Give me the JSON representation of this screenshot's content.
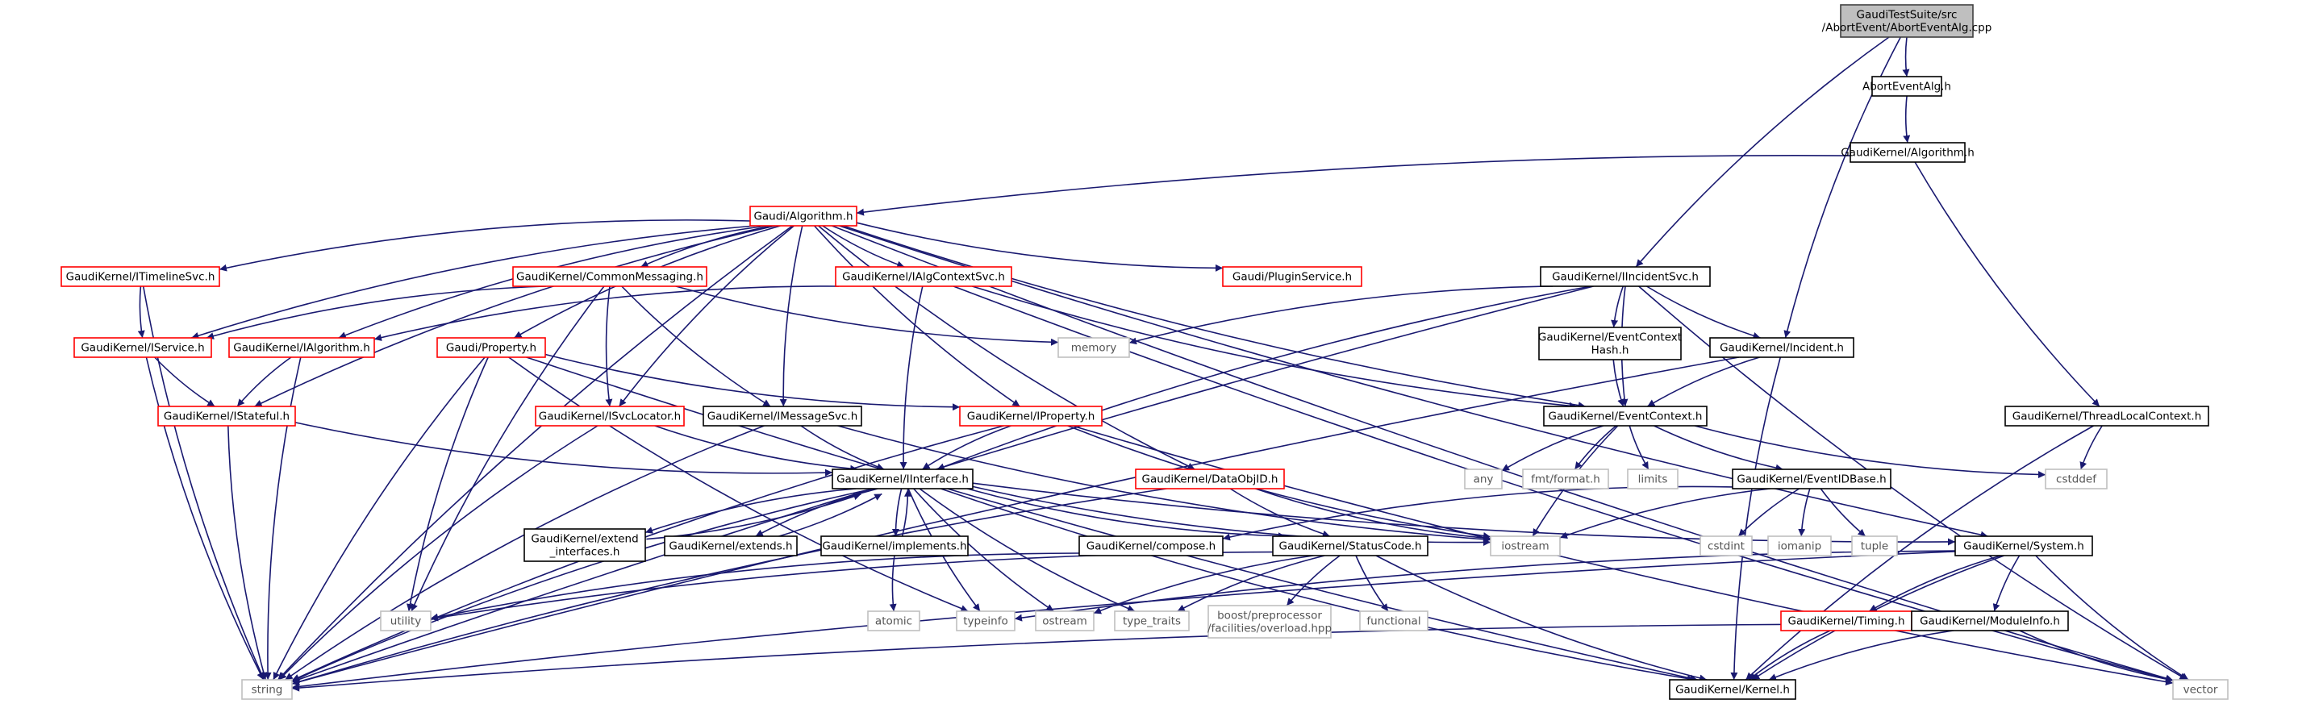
{
  "nodes": [
    {
      "id": "root",
      "lines": [
        "GaudiTestSuite/src",
        "/AbortEvent/AbortEventAlg.cpp"
      ],
      "style": "root"
    },
    {
      "id": "aborth",
      "lines": [
        "AbortEventAlg.h"
      ],
      "style": "black"
    },
    {
      "id": "gkalg",
      "lines": [
        "GaudiKernel/Algorithm.h"
      ],
      "style": "black"
    },
    {
      "id": "galg",
      "lines": [
        "Gaudi/Algorithm.h"
      ],
      "style": "red"
    },
    {
      "id": "timeline",
      "lines": [
        "GaudiKernel/ITimelineSvc.h"
      ],
      "style": "red"
    },
    {
      "id": "commsg",
      "lines": [
        "GaudiKernel/CommonMessaging.h"
      ],
      "style": "red"
    },
    {
      "id": "ialgctx",
      "lines": [
        "GaudiKernel/IAlgContextSvc.h"
      ],
      "style": "red"
    },
    {
      "id": "plugin",
      "lines": [
        "Gaudi/PluginService.h"
      ],
      "style": "red"
    },
    {
      "id": "iincident",
      "lines": [
        "GaudiKernel/IIncidentSvc.h"
      ],
      "style": "black"
    },
    {
      "id": "iservice",
      "lines": [
        "GaudiKernel/IService.h"
      ],
      "style": "red"
    },
    {
      "id": "ialgorithm",
      "lines": [
        "GaudiKernel/IAlgorithm.h"
      ],
      "style": "red"
    },
    {
      "id": "property",
      "lines": [
        "Gaudi/Property.h"
      ],
      "style": "red"
    },
    {
      "id": "memory",
      "lines": [
        "memory"
      ],
      "style": "gray"
    },
    {
      "id": "evctxhash",
      "lines": [
        "GaudiKernel/EventContext",
        "Hash.h"
      ],
      "style": "black"
    },
    {
      "id": "incident",
      "lines": [
        "GaudiKernel/Incident.h"
      ],
      "style": "black"
    },
    {
      "id": "istateful",
      "lines": [
        "GaudiKernel/IStateful.h"
      ],
      "style": "red"
    },
    {
      "id": "isvcloc",
      "lines": [
        "GaudiKernel/ISvcLocator.h"
      ],
      "style": "red"
    },
    {
      "id": "imsgsvc",
      "lines": [
        "GaudiKernel/IMessageSvc.h"
      ],
      "style": "black"
    },
    {
      "id": "iproperty",
      "lines": [
        "GaudiKernel/IProperty.h"
      ],
      "style": "red"
    },
    {
      "id": "evctx",
      "lines": [
        "GaudiKernel/EventContext.h"
      ],
      "style": "black"
    },
    {
      "id": "tlctx",
      "lines": [
        "GaudiKernel/ThreadLocalContext.h"
      ],
      "style": "black"
    },
    {
      "id": "iinterface",
      "lines": [
        "GaudiKernel/IInterface.h"
      ],
      "style": "black"
    },
    {
      "id": "dataobjid",
      "lines": [
        "GaudiKernel/DataObjID.h"
      ],
      "style": "red"
    },
    {
      "id": "any",
      "lines": [
        "any"
      ],
      "style": "gray"
    },
    {
      "id": "fmt",
      "lines": [
        "fmt/format.h"
      ],
      "style": "gray"
    },
    {
      "id": "limits",
      "lines": [
        "limits"
      ],
      "style": "gray"
    },
    {
      "id": "evidbase",
      "lines": [
        "GaudiKernel/EventIDBase.h"
      ],
      "style": "black"
    },
    {
      "id": "cstddef",
      "lines": [
        "cstddef"
      ],
      "style": "gray"
    },
    {
      "id": "extendif",
      "lines": [
        "GaudiKernel/extend",
        "_interfaces.h"
      ],
      "style": "black"
    },
    {
      "id": "extends",
      "lines": [
        "GaudiKernel/extends.h"
      ],
      "style": "black"
    },
    {
      "id": "implements",
      "lines": [
        "GaudiKernel/implements.h"
      ],
      "style": "black"
    },
    {
      "id": "compose",
      "lines": [
        "GaudiKernel/compose.h"
      ],
      "style": "black"
    },
    {
      "id": "statuscode",
      "lines": [
        "GaudiKernel/StatusCode.h"
      ],
      "style": "black"
    },
    {
      "id": "iostream",
      "lines": [
        "iostream"
      ],
      "style": "gray"
    },
    {
      "id": "cstdint",
      "lines": [
        "cstdint"
      ],
      "style": "gray"
    },
    {
      "id": "iomanip",
      "lines": [
        "iomanip"
      ],
      "style": "gray"
    },
    {
      "id": "tuple",
      "lines": [
        "tuple"
      ],
      "style": "gray"
    },
    {
      "id": "system",
      "lines": [
        "GaudiKernel/System.h"
      ],
      "style": "black"
    },
    {
      "id": "atomic",
      "lines": [
        "atomic"
      ],
      "style": "gray"
    },
    {
      "id": "utility",
      "lines": [
        "utility"
      ],
      "style": "gray"
    },
    {
      "id": "typeinfo",
      "lines": [
        "typeinfo"
      ],
      "style": "gray"
    },
    {
      "id": "ostream",
      "lines": [
        "ostream"
      ],
      "style": "gray"
    },
    {
      "id": "typetraits",
      "lines": [
        "type_traits"
      ],
      "style": "gray"
    },
    {
      "id": "boostpp",
      "lines": [
        "boost/preprocessor",
        "/facilities/overload.hpp"
      ],
      "style": "gray"
    },
    {
      "id": "functional",
      "lines": [
        "functional"
      ],
      "style": "gray"
    },
    {
      "id": "timing",
      "lines": [
        "GaudiKernel/Timing.h"
      ],
      "style": "red"
    },
    {
      "id": "moduleinfo",
      "lines": [
        "GaudiKernel/ModuleInfo.h"
      ],
      "style": "black"
    },
    {
      "id": "string",
      "lines": [
        "string"
      ],
      "style": "gray"
    },
    {
      "id": "kernel",
      "lines": [
        "GaudiKernel/Kernel.h"
      ],
      "style": "black"
    },
    {
      "id": "vector",
      "lines": [
        "vector"
      ],
      "style": "gray"
    }
  ],
  "edges": [
    [
      "root",
      "aborth"
    ],
    [
      "root",
      "iincident"
    ],
    [
      "root",
      "incident"
    ],
    [
      "aborth",
      "gkalg"
    ],
    [
      "gkalg",
      "galg"
    ],
    [
      "gkalg",
      "tlctx"
    ],
    [
      "galg",
      "timeline"
    ],
    [
      "galg",
      "iservice"
    ],
    [
      "galg",
      "commsg"
    ],
    [
      "galg",
      "ialgorithm"
    ],
    [
      "galg",
      "property"
    ],
    [
      "galg",
      "ialgctx"
    ],
    [
      "galg",
      "isvcloc"
    ],
    [
      "galg",
      "imsgsvc"
    ],
    [
      "galg",
      "plugin"
    ],
    [
      "galg",
      "iproperty"
    ],
    [
      "galg",
      "dataobjid"
    ],
    [
      "galg",
      "evctx"
    ],
    [
      "galg",
      "system"
    ],
    [
      "galg",
      "istateful"
    ],
    [
      "galg",
      "string"
    ],
    [
      "galg",
      "vector"
    ],
    [
      "timeline",
      "iservice"
    ],
    [
      "timeline",
      "string"
    ],
    [
      "commsg",
      "iservice"
    ],
    [
      "commsg",
      "isvcloc"
    ],
    [
      "commsg",
      "imsgsvc"
    ],
    [
      "commsg",
      "utility"
    ],
    [
      "commsg",
      "memory"
    ],
    [
      "ialgctx",
      "ialgorithm"
    ],
    [
      "ialgctx",
      "iinterface"
    ],
    [
      "ialgctx",
      "evctx"
    ],
    [
      "ialgctx",
      "vector"
    ],
    [
      "iincident",
      "memory"
    ],
    [
      "iincident",
      "evctxhash"
    ],
    [
      "iincident",
      "incident"
    ],
    [
      "iincident",
      "iinterface"
    ],
    [
      "iincident",
      "evctx"
    ],
    [
      "iincident",
      "string"
    ],
    [
      "iincident",
      "vector"
    ],
    [
      "iservice",
      "istateful"
    ],
    [
      "iservice",
      "string"
    ],
    [
      "ialgorithm",
      "istateful"
    ],
    [
      "ialgorithm",
      "string"
    ],
    [
      "property",
      "iproperty"
    ],
    [
      "property",
      "string"
    ],
    [
      "property",
      "utility"
    ],
    [
      "property",
      "typeinfo"
    ],
    [
      "property",
      "kernel"
    ],
    [
      "evctxhash",
      "evctx"
    ],
    [
      "incident",
      "evctx"
    ],
    [
      "incident",
      "string"
    ],
    [
      "incident",
      "kernel"
    ],
    [
      "istateful",
      "iinterface"
    ],
    [
      "istateful",
      "string"
    ],
    [
      "isvcloc",
      "iinterface"
    ],
    [
      "isvcloc",
      "string"
    ],
    [
      "imsgsvc",
      "iinterface"
    ],
    [
      "imsgsvc",
      "string"
    ],
    [
      "imsgsvc",
      "iostream"
    ],
    [
      "iproperty",
      "iinterface"
    ],
    [
      "iproperty",
      "string"
    ],
    [
      "iproperty",
      "vector"
    ],
    [
      "iproperty",
      "iostream"
    ],
    [
      "evctx",
      "any"
    ],
    [
      "evctx",
      "fmt"
    ],
    [
      "evctx",
      "limits"
    ],
    [
      "evctx",
      "evidbase"
    ],
    [
      "evctx",
      "cstddef"
    ],
    [
      "evctx",
      "iostream"
    ],
    [
      "tlctx",
      "cstddef"
    ],
    [
      "tlctx",
      "kernel"
    ],
    [
      "iinterface",
      "extendif"
    ],
    [
      "iinterface",
      "extends"
    ],
    [
      "iinterface",
      "implements"
    ],
    [
      "iinterface",
      "statuscode"
    ],
    [
      "iinterface",
      "system"
    ],
    [
      "iinterface",
      "typeinfo"
    ],
    [
      "iinterface",
      "ostream"
    ],
    [
      "iinterface",
      "typetraits"
    ],
    [
      "iinterface",
      "kernel"
    ],
    [
      "iinterface",
      "iostream"
    ],
    [
      "iinterface",
      "string"
    ],
    [
      "extendif",
      "iinterface"
    ],
    [
      "extends",
      "iinterface"
    ],
    [
      "implements",
      "iinterface"
    ],
    [
      "implements",
      "atomic"
    ],
    [
      "dataobjid",
      "statuscode"
    ],
    [
      "dataobjid",
      "iostream"
    ],
    [
      "dataobjid",
      "string"
    ],
    [
      "evidbase",
      "compose"
    ],
    [
      "evidbase",
      "iostream"
    ],
    [
      "evidbase",
      "cstdint"
    ],
    [
      "evidbase",
      "iomanip"
    ],
    [
      "evidbase",
      "tuple"
    ],
    [
      "compose",
      "utility"
    ],
    [
      "statuscode",
      "utility"
    ],
    [
      "statuscode",
      "ostream"
    ],
    [
      "statuscode",
      "typetraits"
    ],
    [
      "statuscode",
      "boostpp"
    ],
    [
      "statuscode",
      "functional"
    ],
    [
      "statuscode",
      "kernel"
    ],
    [
      "system",
      "typeinfo"
    ],
    [
      "system",
      "string"
    ],
    [
      "system",
      "kernel"
    ],
    [
      "system",
      "timing"
    ],
    [
      "system",
      "moduleinfo"
    ],
    [
      "system",
      "vector"
    ],
    [
      "timing",
      "kernel"
    ],
    [
      "moduleinfo",
      "kernel"
    ],
    [
      "moduleinfo",
      "string"
    ],
    [
      "moduleinfo",
      "vector"
    ]
  ]
}
